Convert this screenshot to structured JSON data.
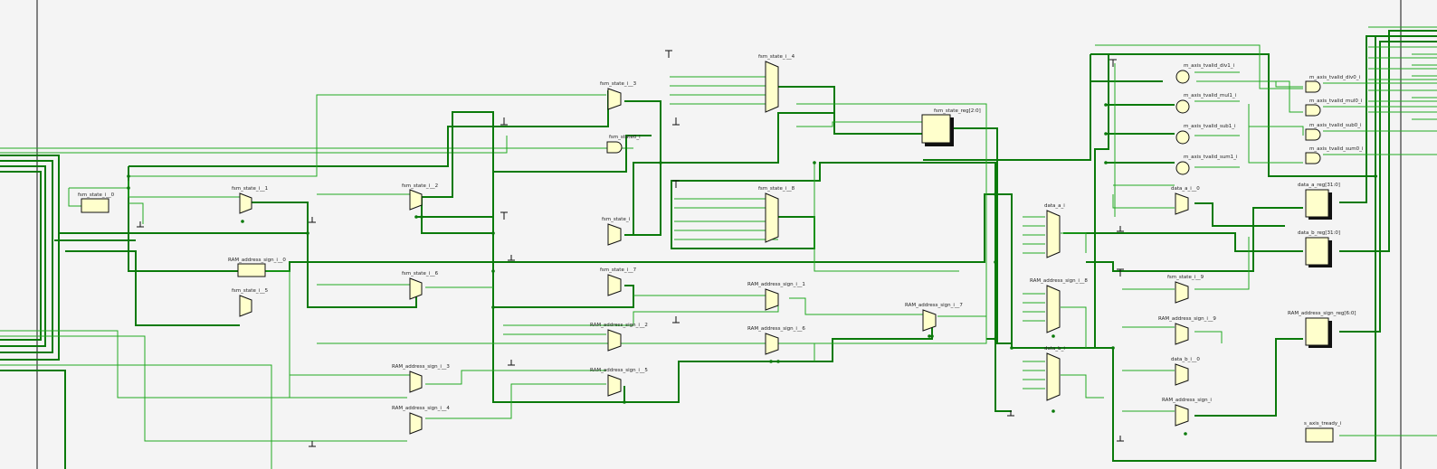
{
  "colors": {
    "background": "#f4f4f4",
    "cell_fill": "#ffffcc",
    "cell_stroke": "#111111",
    "net_thin": "#22aa22",
    "net_bus": "#0a7a0a"
  },
  "cells": [
    {
      "id": "fsm_state_i__0",
      "label": "fsm_state_i__0",
      "kind": "reg"
    },
    {
      "id": "fsm_state_i__1",
      "label": "fsm_state_i__1",
      "kind": "mux"
    },
    {
      "id": "fsm_state_i__2",
      "label": "fsm_state_i__2",
      "kind": "mux"
    },
    {
      "id": "fsm_state_i__3",
      "label": "fsm_state_i__3",
      "kind": "mux"
    },
    {
      "id": "fsm_state_i__4",
      "label": "fsm_state_i__4",
      "kind": "bigmux"
    },
    {
      "id": "fsm_state_i__5",
      "label": "fsm_state_i__5",
      "kind": "mux"
    },
    {
      "id": "fsm_state_i__6",
      "label": "fsm_state_i__6",
      "kind": "mux"
    },
    {
      "id": "fsm_state_i__7",
      "label": "fsm_state_i__7",
      "kind": "mux"
    },
    {
      "id": "fsm_state_i__8",
      "label": "fsm_state_i__8",
      "kind": "bigmux"
    },
    {
      "id": "fsm_state_i__9",
      "label": "fsm_state_i__9",
      "kind": "mux"
    },
    {
      "id": "fsm_state0_i",
      "label": "fsm_state0_i",
      "kind": "and"
    },
    {
      "id": "fsm_state_i",
      "label": "fsm_state_i",
      "kind": "mux"
    },
    {
      "id": "fsm_state_reg",
      "label": "fsm_state_reg[2:0]",
      "kind": "bigreg"
    },
    {
      "id": "RAM_address_sign_i__0",
      "label": "RAM_address_sign_i__0",
      "kind": "reg"
    },
    {
      "id": "RAM_address_sign_i__1",
      "label": "RAM_address_sign_i__1",
      "kind": "mux"
    },
    {
      "id": "RAM_address_sign_i__2",
      "label": "RAM_address_sign_i__2",
      "kind": "mux"
    },
    {
      "id": "RAM_address_sign_i__3",
      "label": "RAM_address_sign_i__3",
      "kind": "mux"
    },
    {
      "id": "RAM_address_sign_i__4",
      "label": "RAM_address_sign_i__4",
      "kind": "mux"
    },
    {
      "id": "RAM_address_sign_i__5",
      "label": "RAM_address_sign_i__5",
      "kind": "mux"
    },
    {
      "id": "RAM_address_sign_i__6",
      "label": "RAM_address_sign_i__6",
      "kind": "mux"
    },
    {
      "id": "RAM_address_sign_i__7",
      "label": "RAM_address_sign_i__7",
      "kind": "mux"
    },
    {
      "id": "RAM_address_sign_i__8",
      "label": "RAM_address_sign_i__8",
      "kind": "bigmux"
    },
    {
      "id": "RAM_address_sign_i__9",
      "label": "RAM_address_sign_i__9",
      "kind": "mux"
    },
    {
      "id": "RAM_address_sign_i",
      "label": "RAM_address_sign_i",
      "kind": "mux"
    },
    {
      "id": "RAM_address_sign_reg",
      "label": "RAM_address_sign_reg[6:0]",
      "kind": "bigreg"
    },
    {
      "id": "data_a_i",
      "label": "data_a_i",
      "kind": "bigmux"
    },
    {
      "id": "data_b_i",
      "label": "data_b_i",
      "kind": "bigmux"
    },
    {
      "id": "data_a_i__0",
      "label": "data_a_i__0",
      "kind": "mux"
    },
    {
      "id": "data_b_i__0",
      "label": "data_b_i__0",
      "kind": "mux"
    },
    {
      "id": "data_a_reg",
      "label": "data_a_reg[31:0]",
      "kind": "bigreg"
    },
    {
      "id": "data_b_reg",
      "label": "data_b_reg[31:0]",
      "kind": "bigreg"
    },
    {
      "id": "m_axis_tvalid_div1_i",
      "label": "m_axis_tvalid_div1_i",
      "kind": "inv"
    },
    {
      "id": "m_axis_tvalid_mul1_i",
      "label": "m_axis_tvalid_mul1_i",
      "kind": "inv"
    },
    {
      "id": "m_axis_tvalid_sub1_i",
      "label": "m_axis_tvalid_sub1_i",
      "kind": "inv"
    },
    {
      "id": "m_axis_tvalid_sum1_i",
      "label": "m_axis_tvalid_sum1_i",
      "kind": "inv"
    },
    {
      "id": "m_axis_tvalid_div0_i",
      "label": "m_axis_tvalid_div0_i",
      "kind": "and"
    },
    {
      "id": "m_axis_tvalid_mul0_i",
      "label": "m_axis_tvalid_mul0_i",
      "kind": "and"
    },
    {
      "id": "m_axis_tvalid_sub0_i",
      "label": "m_axis_tvalid_sub0_i",
      "kind": "and"
    },
    {
      "id": "m_axis_tvalid_sum0_i",
      "label": "m_axis_tvalid_sum0_i",
      "kind": "and"
    },
    {
      "id": "s_axis_tready_i",
      "label": "s_axis_tready_i",
      "kind": "reg"
    }
  ]
}
